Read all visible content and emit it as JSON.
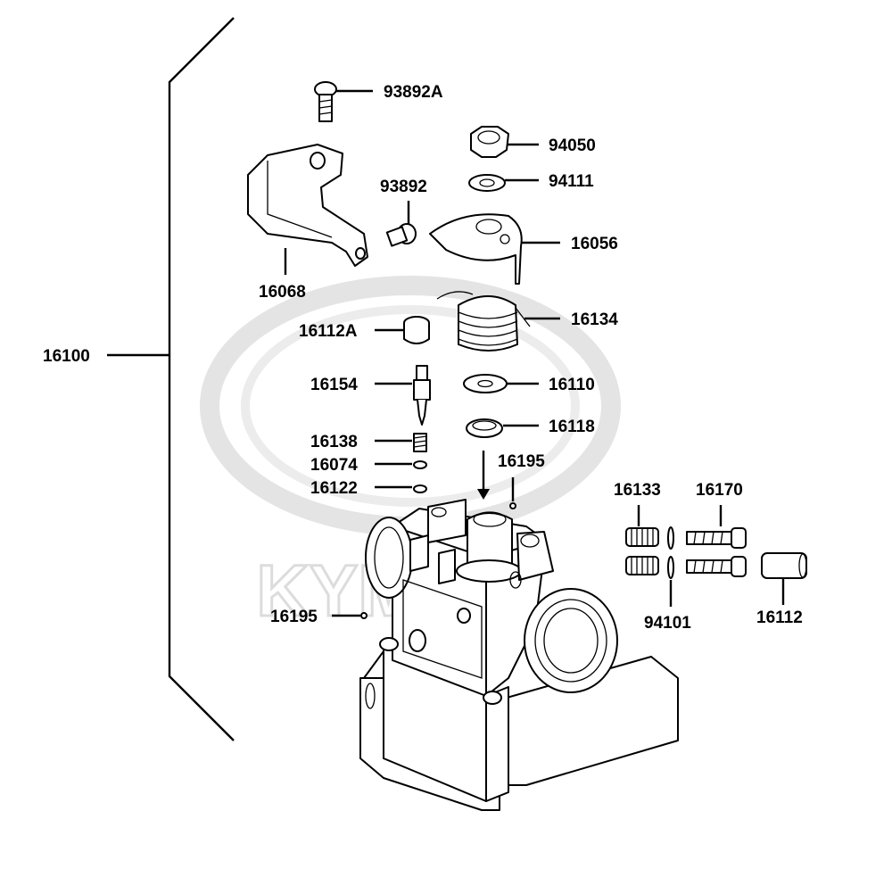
{
  "watermark": {
    "brand": "KYMCO"
  },
  "labels": {
    "l16100": "16100",
    "l93892A": "93892A",
    "l16068": "16068",
    "l93892": "93892",
    "l94050": "94050",
    "l94111": "94111",
    "l16056": "16056",
    "l16134": "16134",
    "l16112A": "16112A",
    "l16154": "16154",
    "l16110": "16110",
    "l16118": "16118",
    "l16138": "16138",
    "l16074": "16074",
    "l16122": "16122",
    "l16195a": "16195",
    "l16195b": "16195",
    "l16133": "16133",
    "l16170": "16170",
    "l94101": "94101",
    "l16112": "16112"
  }
}
